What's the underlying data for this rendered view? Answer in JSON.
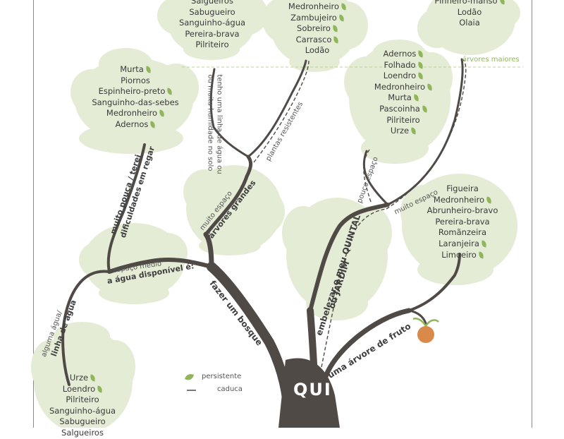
{
  "canopies": {
    "top_center_left": [
      "Salgueiros",
      "Sabugueiro",
      "Sanguinho-água",
      "Pereira-brava",
      "Pilriteiro"
    ],
    "top_center": [
      "Medronheiro",
      "Zambujeiro",
      "Sobreiro",
      "Carrasco",
      "Lodão"
    ],
    "top_right": [
      "Pinheiro-manso",
      "Lodão",
      "Olaia"
    ],
    "upper_left": [
      "Murta",
      "Piornos",
      "Espinheiro-preto",
      "Sanguinho-das-sebes",
      "Medronheiro",
      "Adernos"
    ],
    "right_middle": [
      "Adernos",
      "Folhado",
      "Loendro",
      "Medronheiro",
      "Murta",
      "Pascoinha",
      "Pilriteiro",
      "Urze"
    ],
    "fruit": [
      "Figueira",
      "Medronheiro",
      "Abrunheiro-bravo",
      "Pereira-brava",
      "Romãnzeira",
      "Laranjeira",
      "Limoeiro"
    ],
    "bottom_left": [
      "Urze",
      "Loendro",
      "Pilriteiro",
      "Sanguinho-água",
      "Sabugueiro",
      "Salgueiros"
    ]
  },
  "branch_labels": {
    "linha_agua": "tenho uma linha de água ou",
    "humidade": "ou muita humidade no solo",
    "plantas_resistentes": "plantas resistentes",
    "pouca_agua_1": "muito pouca / terei",
    "pouca_agua_2": "dificuldades em regar",
    "espaco_medio": "espaço médio",
    "agua_disponivel": "a água disponível é:",
    "alguma_agua_1": "alguma água/",
    "alguma_agua_2": "linha de água",
    "muito_espaco_1": "muito espaço",
    "muito_espaco_2": "árvores grandes",
    "fazer_bosque": "fazer um bosque",
    "embelezar_1": "embelezar o meu QUINTAL",
    "embelezar_2": "ou JARDIM",
    "pouco_espaco": "pouco espaço",
    "muito_espaco_right": "muito espaço",
    "arvore_fruto": "uma árvore de fruto"
  },
  "hint_arvores_maiores": "árvores maiores",
  "legend": {
    "persistente": "persistente",
    "caduca": "caduca"
  },
  "trunk_title": "QUI",
  "colors": {
    "canopy": "#e4ecd5",
    "branch": "#504a47",
    "leaf": "#8fb65a",
    "fruit": "#d9894a"
  }
}
